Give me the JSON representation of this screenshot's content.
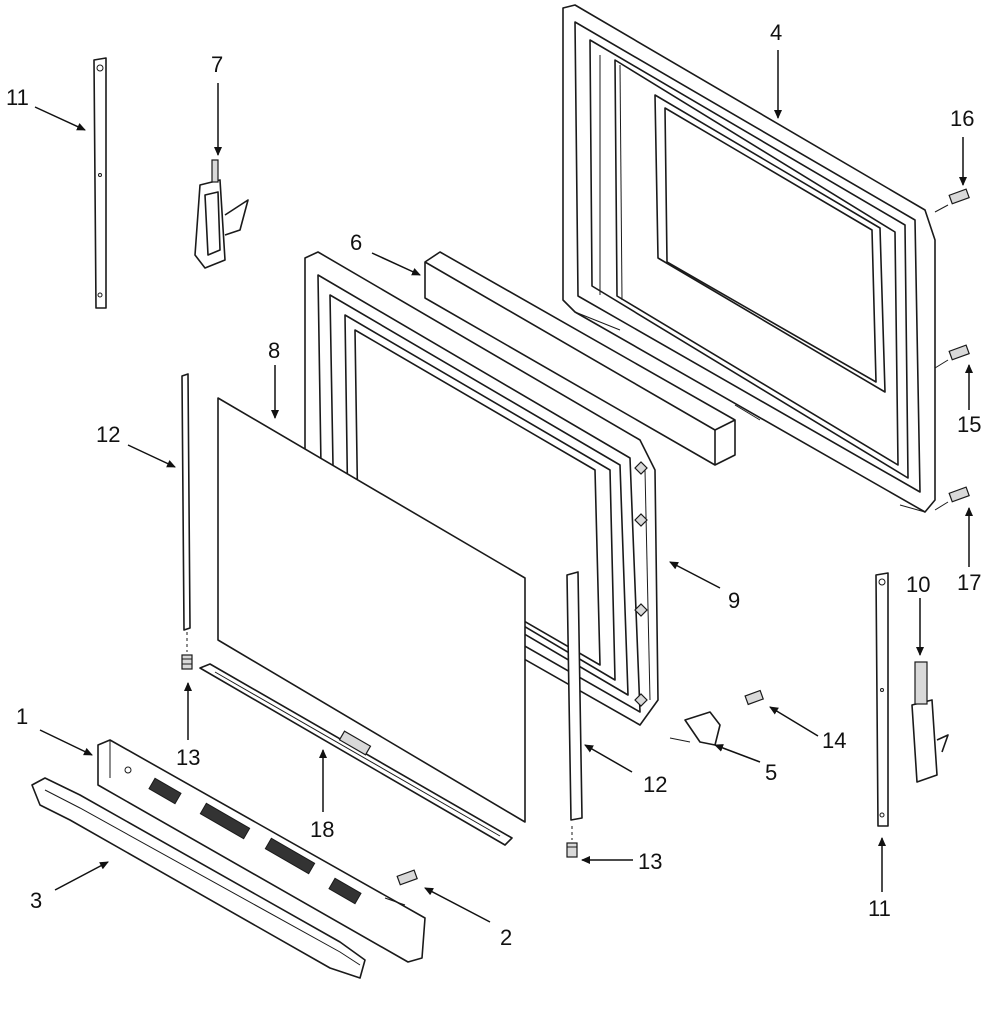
{
  "callouts": [
    {
      "label": "1"
    },
    {
      "label": "2"
    },
    {
      "label": "3"
    },
    {
      "label": "4"
    },
    {
      "label": "5"
    },
    {
      "label": "6"
    },
    {
      "label": "7"
    },
    {
      "label": "8"
    },
    {
      "label": "9"
    },
    {
      "label": "10"
    },
    {
      "label": "11"
    },
    {
      "label": "11"
    },
    {
      "label": "12"
    },
    {
      "label": "12"
    },
    {
      "label": "13"
    },
    {
      "label": "13"
    },
    {
      "label": "14"
    },
    {
      "label": "15"
    },
    {
      "label": "16"
    },
    {
      "label": "17"
    },
    {
      "label": "18"
    }
  ]
}
